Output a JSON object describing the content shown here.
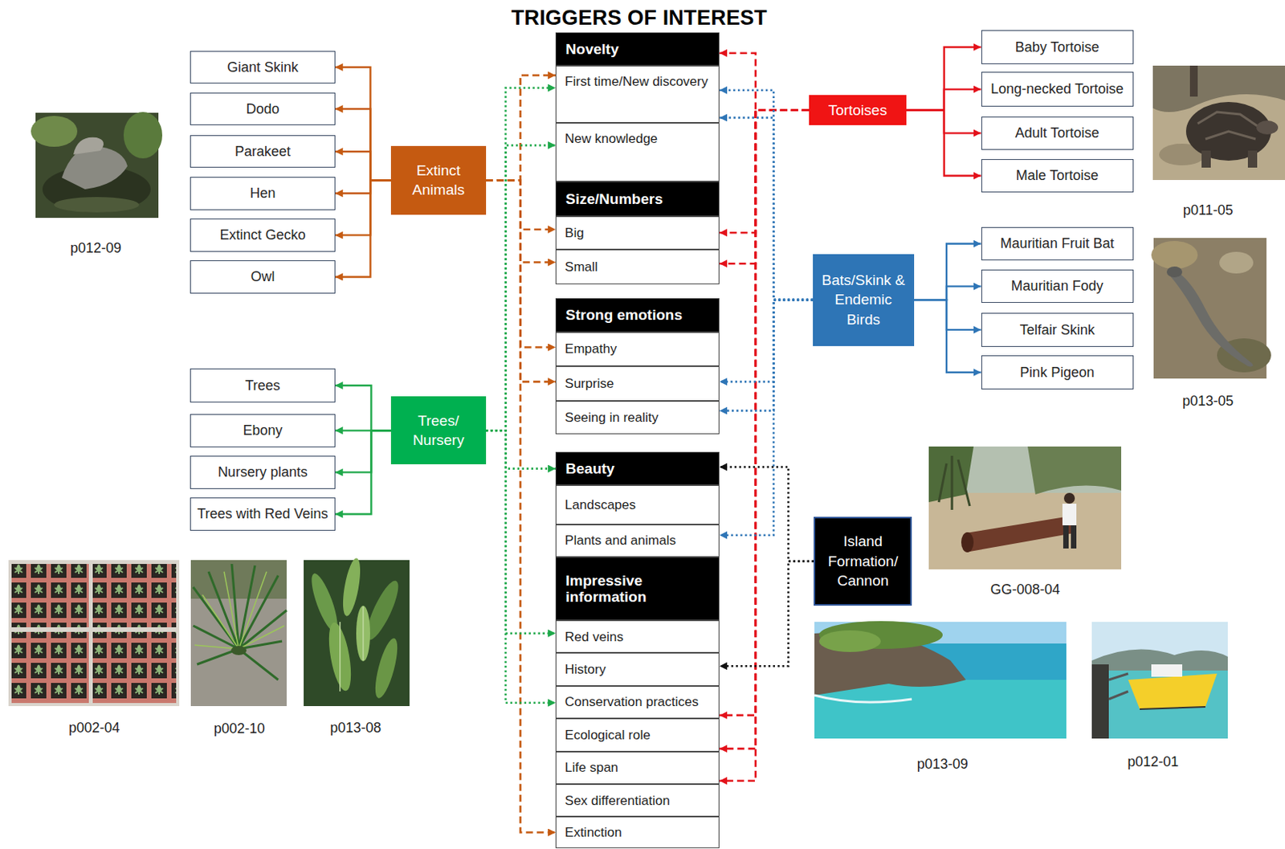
{
  "diagram": {
    "title": "TRIGGERS OF INTEREST",
    "nodes": [
      {
        "text": [
          "Novelty"
        ]
      },
      {
        "text": [
          "First time/New discovery"
        ]
      },
      {
        "text": [
          "New knowledge"
        ]
      },
      {
        "text": [
          "Size/Numbers"
        ]
      },
      {
        "text": [
          "Big"
        ]
      },
      {
        "text": [
          "Small"
        ]
      },
      {
        "text": [
          "Strong emotions"
        ]
      },
      {
        "text": [
          "Empathy"
        ]
      },
      {
        "text": [
          "Surprise"
        ]
      },
      {
        "text": [
          "Seeing in reality"
        ]
      },
      {
        "text": [
          "Beauty"
        ]
      },
      {
        "text": [
          "Landscapes"
        ]
      },
      {
        "text": [
          "Plants and animals"
        ]
      },
      {
        "text": [
          "Impressive information"
        ]
      },
      {
        "text": [
          "Red veins"
        ]
      },
      {
        "text": [
          "History"
        ]
      },
      {
        "text": [
          "Conservation practices"
        ]
      },
      {
        "text": [
          "Ecological role"
        ]
      },
      {
        "text": [
          "Life span"
        ]
      },
      {
        "text": [
          "Sex differentiation"
        ]
      },
      {
        "text": [
          "Extinction"
        ]
      },
      {
        "text": [
          "Extinct Animals"
        ]
      },
      {
        "text": [
          "Giant Skink"
        ]
      },
      {
        "text": [
          "Dodo"
        ]
      },
      {
        "text": [
          "Parakeet"
        ]
      },
      {
        "text": [
          "Hen"
        ]
      },
      {
        "text": [
          "Extinct Gecko"
        ]
      },
      {
        "text": [
          "Owl"
        ]
      },
      {
        "text": [
          "Trees/ Nursery"
        ]
      },
      {
        "text": [
          "Trees"
        ]
      },
      {
        "text": [
          "Ebony"
        ]
      },
      {
        "text": [
          "Nursery plants"
        ]
      },
      {
        "text": [
          "Trees with Red Veins"
        ]
      },
      {
        "text": [
          "Tortoises"
        ]
      },
      {
        "text": [
          "Baby Tortoise"
        ]
      },
      {
        "text": [
          "Long-necked Tortoise"
        ]
      },
      {
        "text": [
          "Adult Tortoise"
        ]
      },
      {
        "text": [
          "Male Tortoise"
        ]
      },
      {
        "text": [
          "Bats/Skink & Endemic Birds"
        ]
      },
      {
        "text": [
          "Mauritian Fruit Bat"
        ]
      },
      {
        "text": [
          "Mauritian Fody"
        ]
      },
      {
        "text": [
          "Telfair Skink"
        ]
      },
      {
        "text": [
          "Pink Pigeon"
        ]
      },
      {
        "text": [
          "Island Formation/ Cannon"
        ]
      }
    ],
    "edges": [
      {
        "from": 21,
        "to": 22,
        "arrow": "to"
      },
      {
        "from": 21,
        "to": 23,
        "arrow": "to"
      },
      {
        "from": 21,
        "to": 24,
        "arrow": "to"
      },
      {
        "from": 21,
        "to": 25,
        "arrow": "to"
      },
      {
        "from": 21,
        "to": 26,
        "arrow": "to"
      },
      {
        "from": 21,
        "to": 27,
        "arrow": "to"
      },
      {
        "from": 21,
        "to": 1,
        "arrow": "to"
      },
      {
        "from": 21,
        "to": 4,
        "arrow": "to"
      },
      {
        "from": 21,
        "to": 5,
        "arrow": "to"
      },
      {
        "from": 21,
        "to": 7,
        "arrow": "to"
      },
      {
        "from": 21,
        "to": 8,
        "arrow": "to"
      },
      {
        "from": 21,
        "to": 20,
        "arrow": "to"
      },
      {
        "from": 28,
        "to": 29,
        "arrow": "to"
      },
      {
        "from": 28,
        "to": 30,
        "arrow": "to"
      },
      {
        "from": 28,
        "to": 31,
        "arrow": "to"
      },
      {
        "from": 28,
        "to": 32,
        "arrow": "to"
      },
      {
        "from": 28,
        "to": 1,
        "arrow": "to"
      },
      {
        "from": 28,
        "to": 2,
        "arrow": "to"
      },
      {
        "from": 28,
        "to": 10,
        "arrow": "to"
      },
      {
        "from": 28,
        "to": 14,
        "arrow": "to"
      },
      {
        "from": 28,
        "to": 16,
        "arrow": "to"
      },
      {
        "from": 33,
        "to": 34,
        "arrow": "to"
      },
      {
        "from": 33,
        "to": 35,
        "arrow": "to"
      },
      {
        "from": 33,
        "to": 36,
        "arrow": "to"
      },
      {
        "from": 33,
        "to": 37,
        "arrow": "to"
      },
      {
        "from": 33,
        "to": 0,
        "arrow": "to"
      },
      {
        "from": 33,
        "to": 4,
        "arrow": "to"
      },
      {
        "from": 33,
        "to": 5,
        "arrow": "to"
      },
      {
        "from": 33,
        "to": 16,
        "arrow": "to"
      },
      {
        "from": 33,
        "to": 17,
        "arrow": "to"
      },
      {
        "from": 33,
        "to": 18,
        "arrow": "to"
      },
      {
        "from": 38,
        "to": 39,
        "arrow": "to"
      },
      {
        "from": 38,
        "to": 40,
        "arrow": "to"
      },
      {
        "from": 38,
        "to": 41,
        "arrow": "to"
      },
      {
        "from": 38,
        "to": 42,
        "arrow": "to"
      },
      {
        "from": 38,
        "to": 1,
        "arrow": "to"
      },
      {
        "from": 38,
        "to": 1,
        "arrow": "to"
      },
      {
        "from": 38,
        "to": 8,
        "arrow": "to"
      },
      {
        "from": 38,
        "to": 9,
        "arrow": "to"
      },
      {
        "from": 38,
        "to": 12,
        "arrow": "to"
      },
      {
        "from": 43,
        "to": 10,
        "arrow": "to"
      },
      {
        "from": 43,
        "to": 15,
        "arrow": "to"
      }
    ],
    "labels": [
      "p012-09",
      "p011-05",
      "p013-05",
      "GG-008-04",
      "p013-09",
      "p012-01",
      "p002-04",
      "p002-10",
      "p013-08"
    ]
  }
}
